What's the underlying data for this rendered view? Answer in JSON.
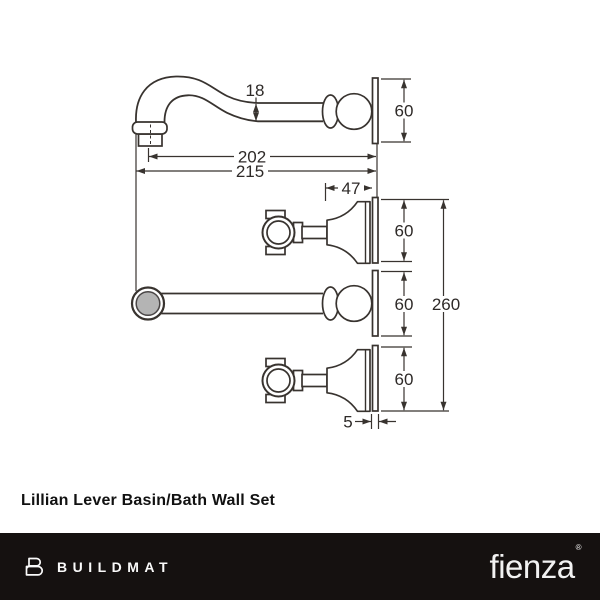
{
  "title": "Lillian Lever Basin/Bath Wall Set",
  "drawing": {
    "labels": {
      "spout_pipe_diameter": "18",
      "spout_plate_height": "60",
      "spout_reach": "202",
      "spout_overall": "215",
      "handle_projection": "47",
      "top_handle_plate_height": "60",
      "spout_plate_height_top_view": "60",
      "bottom_handle_plate_height": "60",
      "overall_height": "260",
      "plate_thickness": "5"
    },
    "colors": {
      "line": "#38332f",
      "outlet_fill": "#b4b4b4"
    }
  },
  "footer": {
    "left_brand": "BUILDMAT",
    "right_brand": "fienza",
    "trademark": "®",
    "bar_color": "#151110"
  }
}
